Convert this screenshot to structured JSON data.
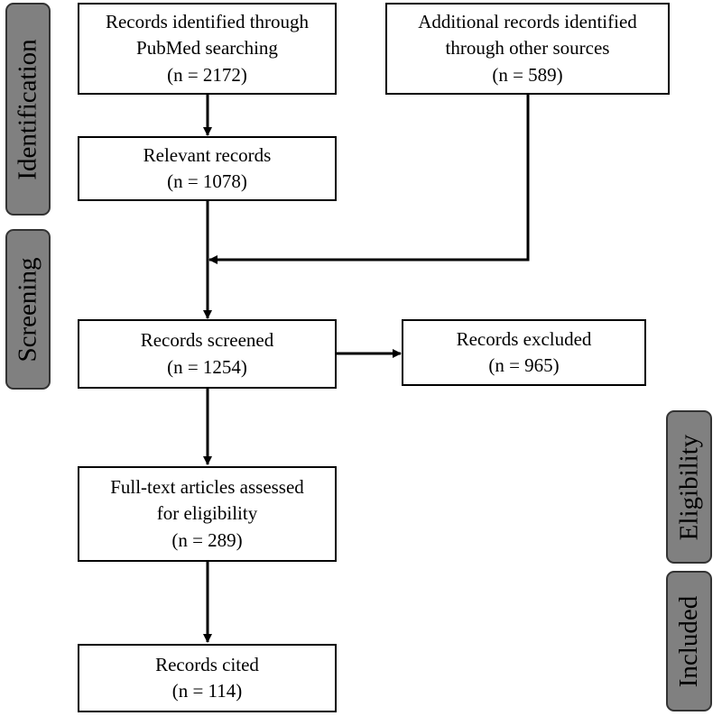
{
  "stages": {
    "identification": "Identification",
    "screening": "Screening",
    "eligibility": "Eligibility",
    "included": "Included"
  },
  "boxes": {
    "pubmed": {
      "lines": [
        "Records identified through",
        "PubMed searching",
        "(n = 2172)"
      ]
    },
    "other_sources": {
      "lines": [
        "Additional records identified",
        "through other sources",
        "(n = 589)"
      ]
    },
    "relevant": {
      "lines": [
        "Relevant records",
        "(n = 1078)"
      ]
    },
    "screened": {
      "lines": [
        "Records screened",
        "(n = 1254)"
      ]
    },
    "excluded": {
      "lines": [
        "Records excluded",
        "(n = 965)"
      ]
    },
    "full_text": {
      "lines": [
        "Full-text articles assessed",
        "for eligibility",
        "(n = 289)"
      ]
    },
    "cited": {
      "lines": [
        "Records cited",
        "(n = 114)"
      ]
    }
  },
  "colors": {
    "stage_fill": "#808080",
    "line": "#000000"
  }
}
